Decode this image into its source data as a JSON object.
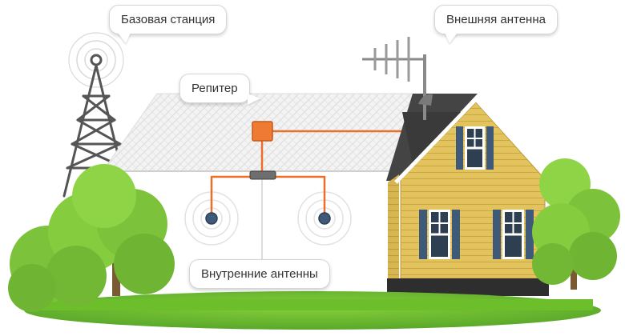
{
  "labels": {
    "base_station": "Базовая станция",
    "external_antenna": "Внешняя антенна",
    "repeater": "Репитер",
    "internal_antennas": "Внутренние антенны"
  },
  "colors": {
    "cable": "#e8702a",
    "repeater": "#ef7a33",
    "house_wall": "#e0c15c",
    "roof": "#4a4a4a",
    "window_shutter": "#3e5a78",
    "tower": "#555555",
    "grass": "#6cbf2a",
    "tree": "#7cc23a"
  }
}
